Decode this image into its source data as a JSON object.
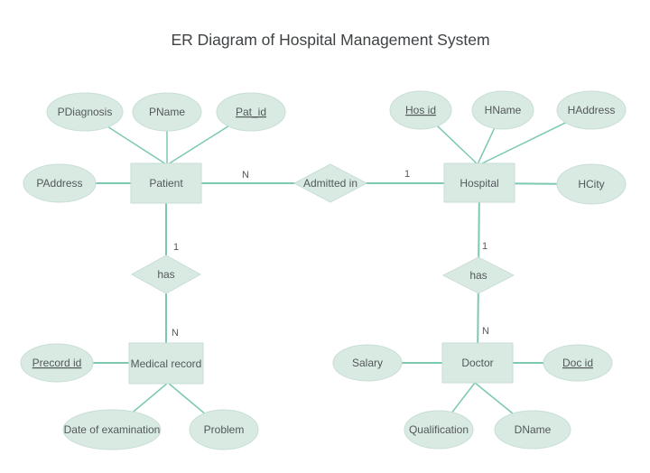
{
  "title": "ER Diagram of Hospital Management System",
  "colors": {
    "shape_fill": "#d9eae3",
    "shape_stroke": "#c7ded6",
    "line_color": "#7cc8b3",
    "text_color": "#53585a",
    "title_color": "#3e4244"
  },
  "entities": {
    "patient": {
      "label": "Patient"
    },
    "hospital": {
      "label": "Hospital"
    },
    "medical_record": {
      "label": "Medical record"
    },
    "doctor": {
      "label": "Doctor"
    }
  },
  "relationships": {
    "admitted_in": {
      "label": "Admitted in",
      "patient_cardinality": "N",
      "hospital_cardinality": "1"
    },
    "patient_has_record": {
      "label": "has",
      "patient_cardinality": "1",
      "record_cardinality": "N"
    },
    "hospital_has_doctor": {
      "label": "has",
      "hospital_cardinality": "1",
      "doctor_cardinality": "N"
    }
  },
  "attributes": {
    "pdiagnosis": {
      "label": "PDiagnosis",
      "key": false
    },
    "pname": {
      "label": "PName",
      "key": false
    },
    "pat_id": {
      "label": "Pat_id",
      "key": true
    },
    "paddress": {
      "label": "PAddress",
      "key": false
    },
    "hos_id": {
      "label": "Hos id",
      "key": true
    },
    "hname": {
      "label": "HName",
      "key": false
    },
    "haddress": {
      "label": "HAddress",
      "key": false
    },
    "hcity": {
      "label": "HCity",
      "key": false
    },
    "precord_id": {
      "label": "Precord id",
      "key": true
    },
    "date_of_examination": {
      "label": "Date of examination",
      "key": false
    },
    "problem": {
      "label": "Problem",
      "key": false
    },
    "salary": {
      "label": "Salary",
      "key": false
    },
    "doc_id": {
      "label": "Doc id",
      "key": true
    },
    "qualification": {
      "label": "Qualification",
      "key": false
    },
    "dname": {
      "label": "DName",
      "key": false
    }
  }
}
